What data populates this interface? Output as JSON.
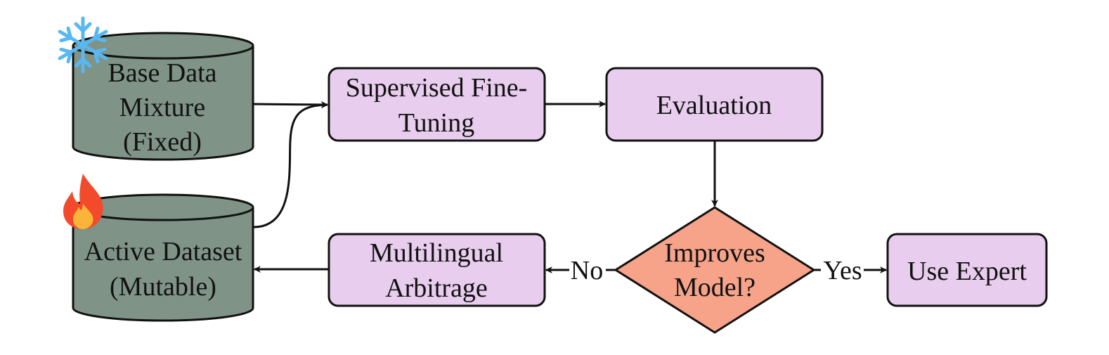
{
  "diagram": {
    "base_data": {
      "line1": "Base Data",
      "line2": "Mixture",
      "line3": "(Fixed)",
      "badge_icon": "snowflake-icon"
    },
    "active_dataset": {
      "line1": "Active Dataset",
      "line2": "(Mutable)",
      "badge_icon": "fire-icon"
    },
    "sft": {
      "line1": "Supervised Fine-",
      "line2": "Tuning"
    },
    "evaluation": {
      "line1": "Evaluation"
    },
    "decision": {
      "line1": "Improves",
      "line2": "Model?"
    },
    "arbitrage": {
      "line1": "Multilingual",
      "line2": "Arbitrage"
    },
    "use_expert": {
      "line1": "Use Expert"
    },
    "edge_no": "No",
    "edge_yes": "Yes",
    "colors": {
      "cylinder_fill": "#7f9386",
      "process_fill": "#e8cdee",
      "decision_fill": "#f6a38a",
      "snowflake": "#59b7f2",
      "flame_outer": "#f24a2b",
      "flame_inner": "#fbb43a"
    }
  }
}
